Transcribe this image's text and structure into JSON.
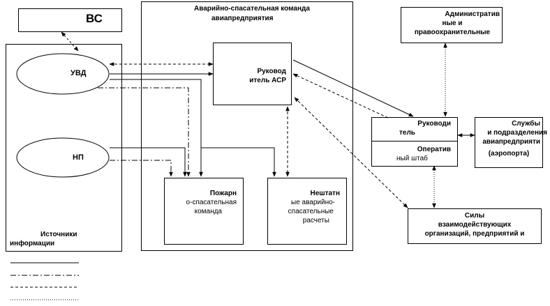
{
  "nodes": {
    "vs": "ВС",
    "sources_title": [
      "Источники",
      "информации"
    ],
    "uvd": "УВД",
    "np": "НП",
    "emergency_team_title": [
      "Аварийно-спасательная команда",
      "авиапредприятия"
    ],
    "asr_leader": [
      "Руковод",
      "итель АСР"
    ],
    "fire_team": [
      "Пожарн",
      "о-спасательная",
      "команда"
    ],
    "nonstaff_crews": [
      "Нештатн",
      "ые аварийно-",
      "спасательные",
      "расчеты"
    ],
    "admin_law": [
      "Административ",
      "ные и",
      "правоохранительные"
    ],
    "head": [
      "Руководи",
      "тель"
    ],
    "ops_hq": [
      "Оператив",
      "ный штаб"
    ],
    "services": [
      "Службы",
      "и подразделения",
      "авиапредприяти",
      "(аэропорта)"
    ],
    "forces": [
      "Силы",
      "взаимодействующих",
      "организаций, предприятий  и"
    ]
  },
  "legend": [
    {
      "style": "solid"
    },
    {
      "style": "dash-dot"
    },
    {
      "style": "dashed"
    },
    {
      "style": "dotted"
    }
  ],
  "colors": {
    "line": "#000000",
    "background": "#ffffff"
  }
}
